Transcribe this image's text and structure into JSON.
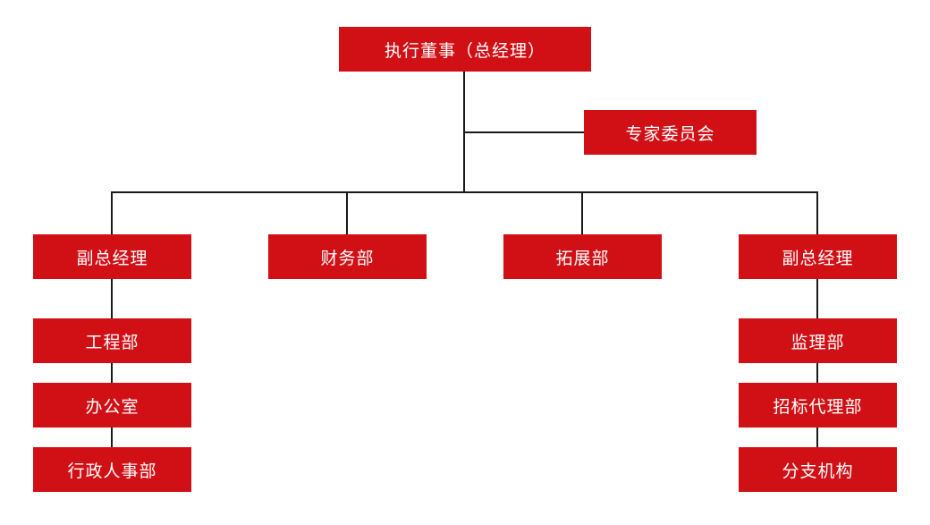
{
  "colors": {
    "box_fill": "#d11016",
    "connector": "#1a1a1a",
    "text": "#ffffff"
  },
  "org": {
    "top": "执行董事（总经理）",
    "advisory": "专家委员会",
    "level2": [
      "副总经理",
      "财务部",
      "拓展部",
      "副总经理"
    ],
    "left_branch": [
      "工程部",
      "办公室",
      "行政人事部"
    ],
    "right_branch": [
      "监理部",
      "招标代理部",
      "分支机构"
    ]
  }
}
